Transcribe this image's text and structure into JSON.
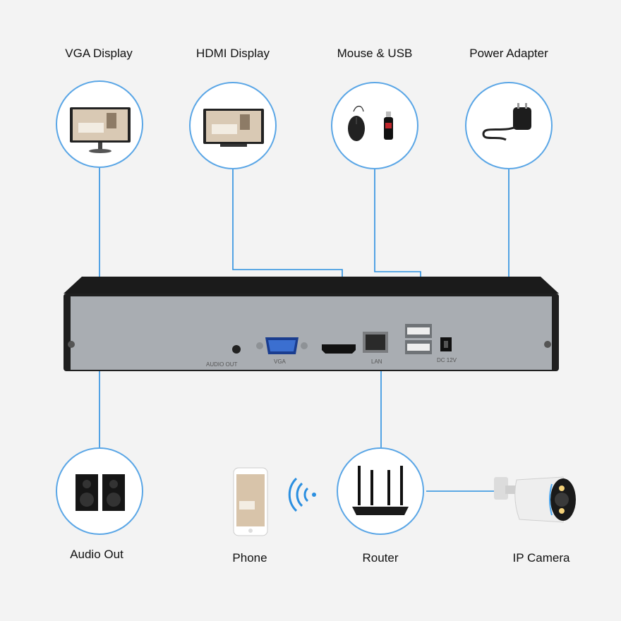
{
  "labels": {
    "vga_display": "VGA Display",
    "hdmi_display": "HDMI Display",
    "mouse_usb": "Mouse & USB",
    "power_adapter": "Power Adapter",
    "audio_out": "Audio Out",
    "phone": "Phone",
    "router": "Router",
    "ip_camera": "IP Camera"
  },
  "port_labels": {
    "audio_out": "AUDIO OUT",
    "vga": "VGA",
    "lan": "LAN",
    "dc": "DC 12V"
  },
  "colors": {
    "wire": "#2b8fe0",
    "circle_border": "#5aa6e6",
    "background": "#f3f3f3",
    "panel": "#a9adb2"
  },
  "icons": [
    "monitor-icon",
    "monitor-icon",
    "mouse-icon",
    "usb-stick-icon",
    "power-adapter-icon",
    "speakers-icon",
    "phone-icon",
    "wifi-icon",
    "router-icon",
    "camera-icon"
  ]
}
